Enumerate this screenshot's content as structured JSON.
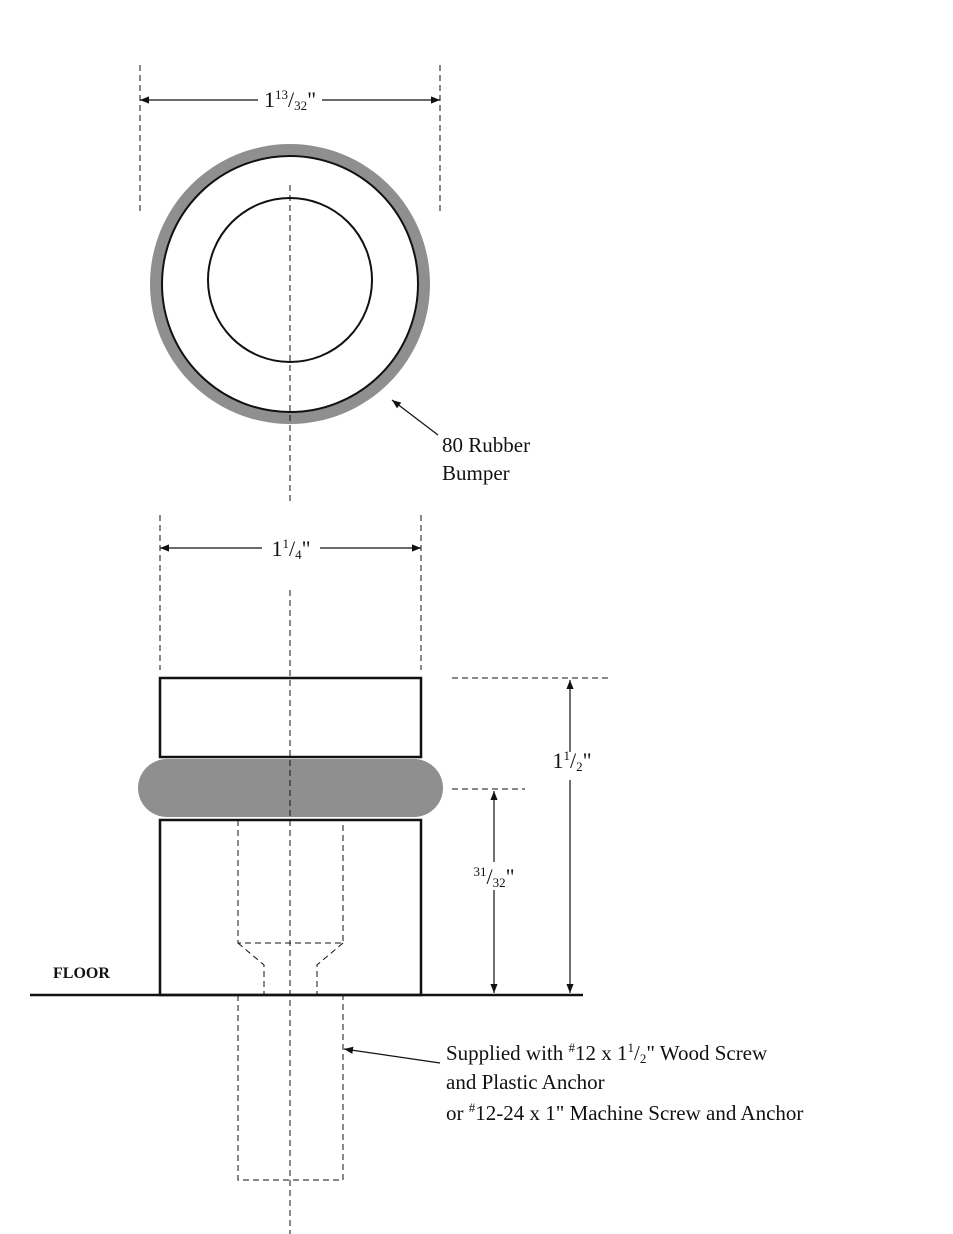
{
  "colors": {
    "rubber": "#8f8f8f",
    "line": "#111111",
    "background": "#ffffff"
  },
  "top_view": {
    "width_whole": "1",
    "width_num": "13",
    "width_den": "32",
    "width_unit": "\""
  },
  "bumper_label": {
    "line1": "80 Rubber",
    "line2": "Bumper"
  },
  "side_view": {
    "width_whole": "1",
    "width_num": "1",
    "width_den": "4",
    "width_unit": "\"",
    "height_whole": "1",
    "height_num": "1",
    "height_den": "2",
    "height_unit": "\"",
    "bumper_height_num": "31",
    "bumper_height_den": "32",
    "bumper_height_unit": "\""
  },
  "floor_label": "FLOOR",
  "note": {
    "line1_prefix": "Supplied with ",
    "line1_hash": "#",
    "line1_mid": "12 x 1",
    "line1_num": "1",
    "line1_den": "2",
    "line1_suffix": "\" Wood Screw",
    "line2": "and Plastic Anchor",
    "line3_prefix": "or ",
    "line3_hash": "#",
    "line3_rest": "12-24 x 1\" Machine Screw and Anchor"
  }
}
